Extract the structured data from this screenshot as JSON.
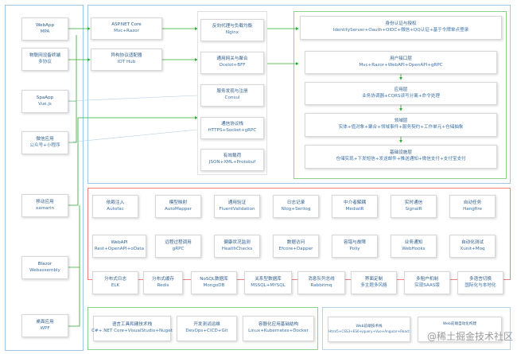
{
  "colors": {
    "frame_blue": "#9ec6e6",
    "frame_green": "#8fd18f",
    "frame_red": "#ee7f7f",
    "frame_lightblue": "#b7d6ee",
    "arrow_green": "#2eaa2e",
    "text": "#2e5d8c"
  },
  "clients": [
    {
      "line1": "WebApp",
      "line2": "MPA"
    },
    {
      "line1": "物联网设备终端",
      "line2": "多协议"
    },
    {
      "line1": "SpaApp",
      "line2": "Vue.js"
    },
    {
      "line1": "微信应用",
      "line2": "公众号+小程序"
    },
    {
      "line1": "移动应用",
      "line2": "xamarin"
    },
    {
      "line1": "Blazor",
      "line2": "Webassembly"
    },
    {
      "line1": "桌面应用",
      "line2": "WPF"
    }
  ],
  "entry": [
    {
      "line1": "ASP.NET Core",
      "line2": "Mvc+Razor"
    },
    {
      "line1": "异构协议适配器",
      "line2": "IOT Hub"
    }
  ],
  "gateway": [
    {
      "line1": "反向代理与负载均衡",
      "line2": "Nginx"
    },
    {
      "line1": "通用网关与聚合",
      "line2": "Ocelot+BFF"
    },
    {
      "line1": "服务发现与注册",
      "line2": "Consul"
    },
    {
      "line1": "通信协议栈",
      "line2": "HTTPS+Socket+gRPC"
    },
    {
      "line1": "有效载荷",
      "line2": "JSON+XML+Protobuf"
    }
  ],
  "layers": [
    {
      "line1": "身份认证与授权",
      "line2": "IdentityServer+Oauth+OIDC+微信+QQ认证+基于令牌单点登录"
    },
    {
      "line1": "用户接口层",
      "line2": "Mvc+Razor+WebAPI+OpenAPI+gRPC"
    },
    {
      "line1": "应用层",
      "line2": "业务协调器+CQRS读写分离+命令处理"
    },
    {
      "line1": "领域层",
      "line2": "实体+值对象+聚合+领域事件+服务契约+工作单元+仓储抽象"
    },
    {
      "line1": "基础设施层",
      "line2": "仓储实现+下发短信+发送邮件+推送通知+微信支付+支付宝支付"
    }
  ],
  "infra": [
    {
      "line1": "依赖注入",
      "line2": "Autofac"
    },
    {
      "line1": "模型映射",
      "line2": "AutoMapper"
    },
    {
      "line1": "通用验证",
      "line2": "FluentValidation"
    },
    {
      "line1": "日志记录",
      "line2": "Nlog+Serilog"
    },
    {
      "line1": "中介者解耦",
      "line2": "MediatR"
    },
    {
      "line1": "实时通信",
      "line2": "SignalR"
    },
    {
      "line1": "自动任务",
      "line2": "Hangfire"
    },
    {
      "line1": "WebAPI",
      "line2": "Rest+OpenAPI+oData"
    },
    {
      "line1": "远程过程调用",
      "line2": "gRPC"
    },
    {
      "line1": "健康状况监测",
      "line2": "HealthChecks"
    },
    {
      "line1": "数据访问",
      "line2": "Efcore+Dapper"
    },
    {
      "line1": "容错与故障",
      "line2": "Polly"
    },
    {
      "line1": "业务通知",
      "line2": "WebHooks"
    },
    {
      "line1": "自动化测试",
      "line2": "Xunit+Moq"
    },
    {
      "line1": "分布式日志",
      "line2": "ELK"
    },
    {
      "line1": "分布式缓存",
      "line2": "Redis"
    },
    {
      "line1": "NoSQL数据库",
      "line2": "MongoDB"
    },
    {
      "line1": "关系型数据库",
      "line2": "MSSQL+MYSQL"
    },
    {
      "line1": "消息队列总线",
      "line2": "Rabbitmq"
    },
    {
      "line1": "界面定制",
      "line2": "多主题多风格"
    },
    {
      "line1": "多租户机制",
      "line2": "实现SAAS版"
    },
    {
      "line1": "多语言切换",
      "line2": "国际化与本地化"
    }
  ],
  "tools": [
    {
      "line1": "语言工具和建技术栈",
      "line2": "C#+.NET Core+VisualStudio+Nuget"
    },
    {
      "line1": "开发测试运维",
      "line2": "DevOps+CICD+Git"
    },
    {
      "line1": "容器化应用基础结构",
      "line2": "Linux+Kubernetes+Docker"
    }
  ],
  "web": [
    {
      "line1": "Web前端技术栈",
      "line2": "Html5+CSS3+ES6+jquery+Vue+Angular+React"
    },
    {
      "line1": "Web前端自动化构建"
    }
  ],
  "watermark": "@稀土掘金技术社区"
}
